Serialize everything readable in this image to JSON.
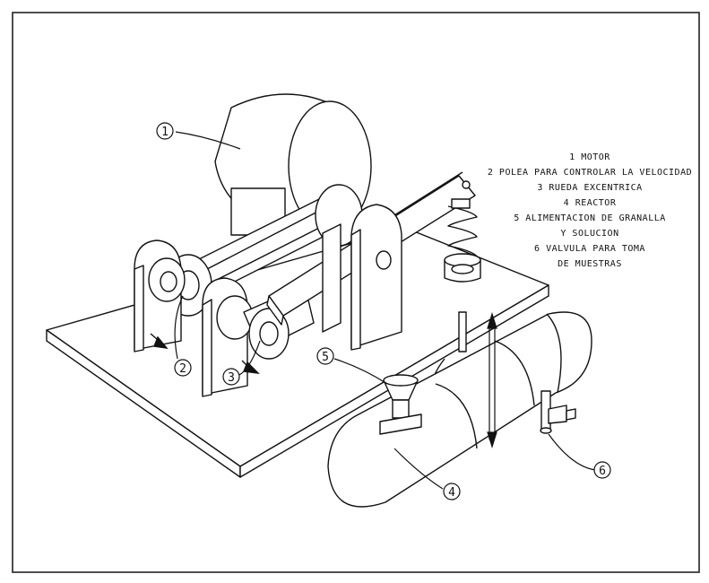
{
  "legend": {
    "items": [
      "1 MOTOR",
      "2 POLEA PARA CONTROLAR LA VELOCIDAD",
      "3  RUEDA EXCENTRICA",
      "4 REACTOR",
      "5 ALIMENTACION DE GRANALLA",
      "Y SOLUCION",
      "6 VALVULA PARA TOMA",
      "DE MUESTRAS"
    ]
  },
  "callouts": [
    "1",
    "2",
    "3",
    "4",
    "5",
    "6"
  ]
}
